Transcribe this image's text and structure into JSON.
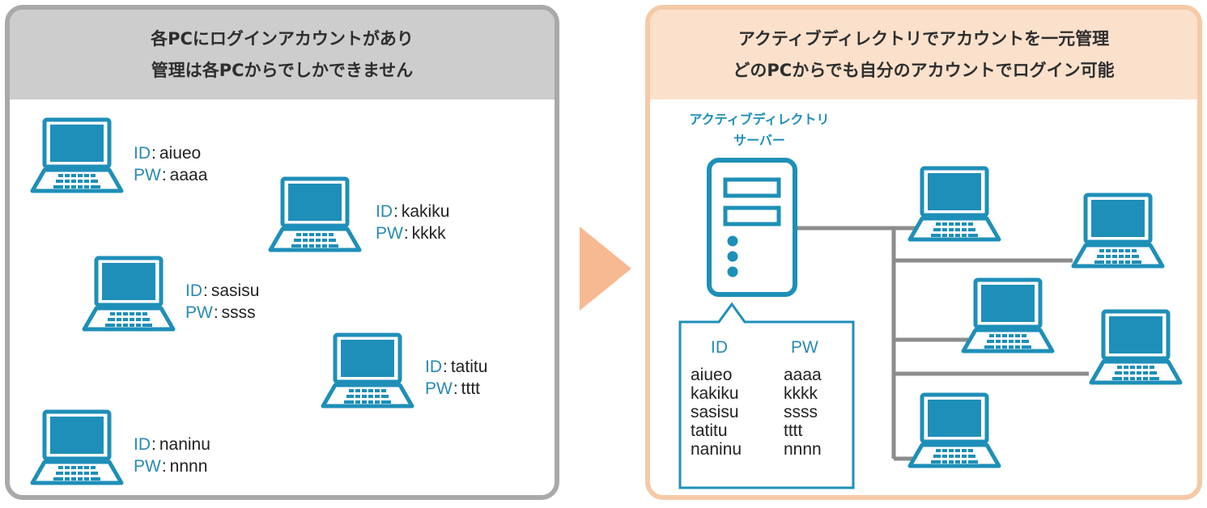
{
  "left_panel": {
    "header_lines": [
      "各PCにログインアカウントがあり",
      "管理は各PCからでしかできません"
    ],
    "accounts": [
      {
        "id_key": "ID",
        "pw_key": "PW",
        "id": "aiueo",
        "pw": "aaaa"
      },
      {
        "id_key": "ID",
        "pw_key": "PW",
        "id": "kakiku",
        "pw": "kkkk"
      },
      {
        "id_key": "ID",
        "pw_key": "PW",
        "id": "sasisu",
        "pw": "ssss"
      },
      {
        "id_key": "ID",
        "pw_key": "PW",
        "id": "tatitu",
        "pw": "tttt"
      },
      {
        "id_key": "ID",
        "pw_key": "PW",
        "id": "naninu",
        "pw": "nnnn"
      }
    ]
  },
  "right_panel": {
    "header_lines": [
      "アクティブディレクトリでアカウントを一元管理",
      "どのPCからでも自分のアカウントでログイン可能"
    ],
    "server_label_lines": [
      "アクティブディレクトリ",
      "サーバー"
    ],
    "table": {
      "col_id_header": "ID",
      "col_pw_header": "PW",
      "ids": [
        "aiueo",
        "kakiku",
        "sasisu",
        "tatitu",
        "naninu"
      ],
      "pws": [
        "aaaa",
        "kkkk",
        "ssss",
        "tttt",
        "nnnn"
      ]
    }
  },
  "colors": {
    "accent_blue": "#1e8fb8",
    "left_border": "#a9a9a9",
    "left_header_bg": "#cdcdcd",
    "right_border": "#f6c9a6",
    "right_header_bg": "#fbe1cc",
    "arrow": "#f7b992",
    "network_line": "#8c8c8c"
  }
}
